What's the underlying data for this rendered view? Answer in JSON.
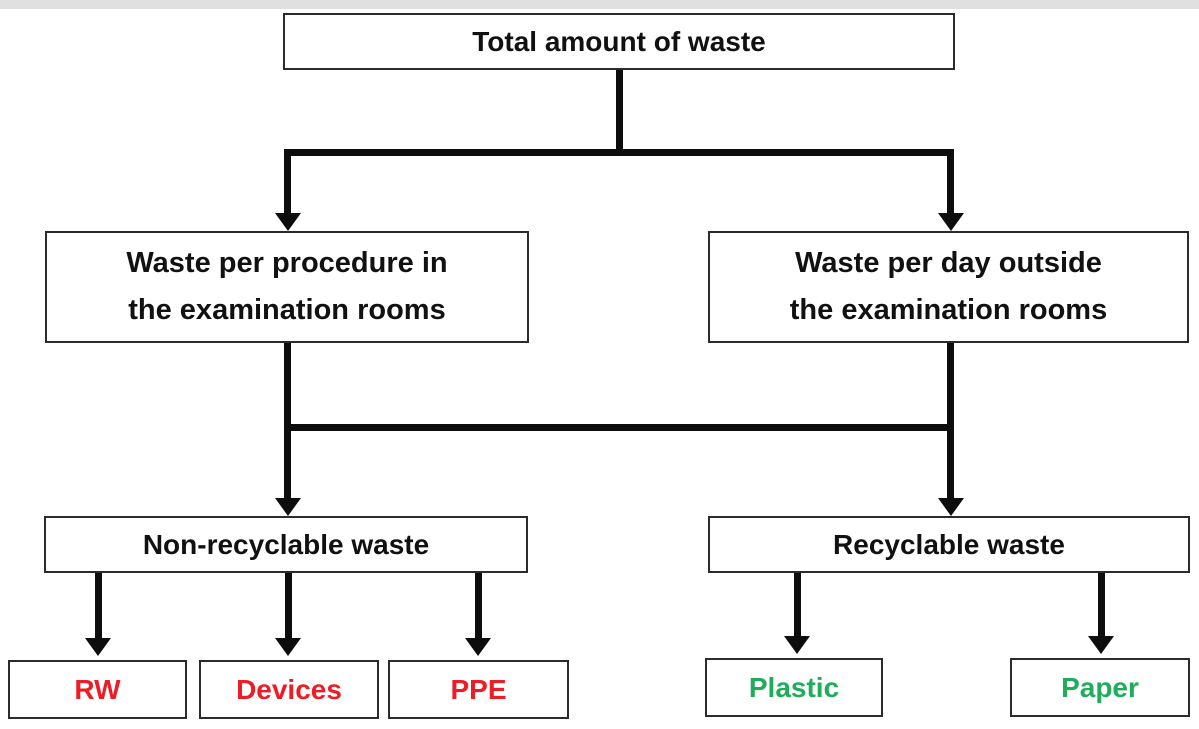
{
  "diagram": {
    "type": "flowchart",
    "direction": "top-down"
  },
  "colors": {
    "line": "#0d0d0d",
    "box_border": "#2b2b2b",
    "box_fill": "#ffffff",
    "text_default": "#111111",
    "non_recyclable_leaf_text": "#ee1c25",
    "recyclable_leaf_text": "#1fad5c",
    "top_strip": "#e0e0e0",
    "background": "#ffffff"
  },
  "nodes": {
    "total": {
      "label": "Total amount of waste"
    },
    "per_procedure": {
      "label": "Waste per procedure in the examination rooms",
      "lines": [
        "Waste per procedure in",
        "the examination rooms"
      ]
    },
    "per_day_outside": {
      "label": "Waste per day outside the examination rooms",
      "lines": [
        "Waste per day outside",
        "the examination rooms"
      ]
    },
    "non_recyclable": {
      "label": "Non-recyclable waste"
    },
    "recyclable": {
      "label": "Recyclable waste"
    },
    "rw": {
      "label": "RW",
      "text_color": "#ee1c25"
    },
    "devices": {
      "label": "Devices",
      "text_color": "#ee1c25"
    },
    "ppe": {
      "label": "PPE",
      "text_color": "#ee1c25"
    },
    "plastic": {
      "label": "Plastic",
      "text_color": "#1fad5c"
    },
    "paper": {
      "label": "Paper",
      "text_color": "#1fad5c"
    }
  },
  "edges": [
    {
      "from": "total",
      "to": "per_procedure"
    },
    {
      "from": "total",
      "to": "per_day_outside"
    },
    {
      "from": "per_procedure",
      "to": "non_recyclable"
    },
    {
      "from": "per_day_outside",
      "to": "recyclable"
    },
    {
      "from": "non_recyclable",
      "to": "rw"
    },
    {
      "from": "non_recyclable",
      "to": "devices"
    },
    {
      "from": "non_recyclable",
      "to": "ppe"
    },
    {
      "from": "recyclable",
      "to": "plastic"
    },
    {
      "from": "recyclable",
      "to": "paper"
    }
  ]
}
